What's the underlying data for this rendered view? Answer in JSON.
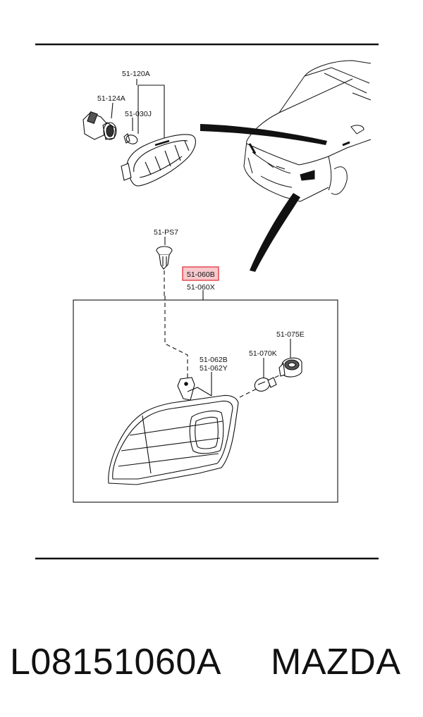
{
  "parts": {
    "bulb_socket_assembly": "51-120A",
    "socket": "51-124A",
    "side_bulb": "51-030J",
    "clip": "51-PS7",
    "highlighted_part": "51-060B",
    "lamp_assembly": "51-060X",
    "lens_r": "51-062B",
    "lens_y": "51-062Y",
    "bulb": "51-070K",
    "bulb_socket": "51-075E"
  },
  "caption": {
    "part_number": "L08151060A",
    "brand": "MAZDA"
  },
  "colors": {
    "line": "#111111",
    "highlight_border": "#e0323c",
    "highlight_fill": "#f7c8cc"
  }
}
